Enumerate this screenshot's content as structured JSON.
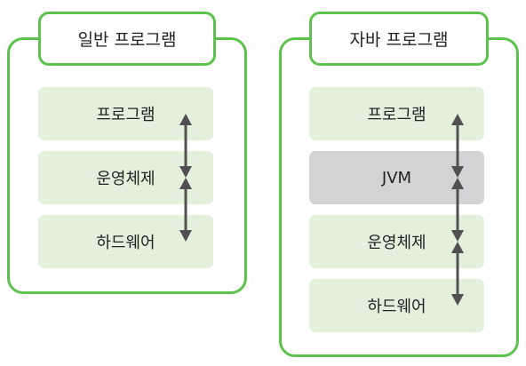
{
  "colors": {
    "frame_border": "#5cc24d",
    "layer_fill": "#e2f0dc",
    "jvm_fill": "#d3d3d6",
    "arrow": "#505050"
  },
  "general": {
    "title": "일반 프로그램",
    "layers": [
      "프로그램",
      "운영체제",
      "하드웨어"
    ]
  },
  "java": {
    "title": "자바 프로그램",
    "layers": [
      "프로그램",
      "JVM",
      "운영체제",
      "하드웨어"
    ]
  },
  "arrow_icon": "double-headed-vertical-arrow"
}
